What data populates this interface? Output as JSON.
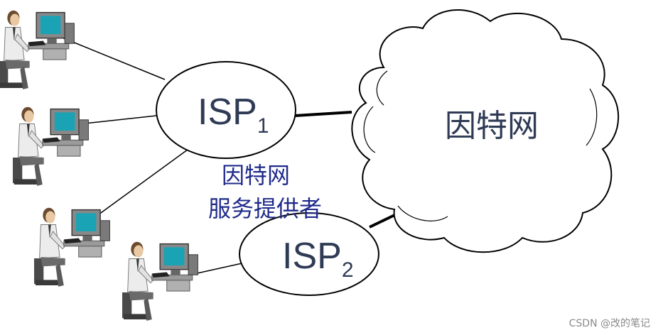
{
  "diagram": {
    "isp1": {
      "base": "ISP",
      "sub": "1"
    },
    "isp2": {
      "base": "ISP",
      "sub": "2"
    },
    "cloud_label": "因特网",
    "provider_label_line1": "因特网",
    "provider_label_line2": "服务提供者",
    "users": [
      "user-1",
      "user-2",
      "user-3",
      "user-4"
    ]
  },
  "watermark": "CSDN @改的笔记",
  "colors": {
    "text": "#2f3b55",
    "provider_text": "#1f2a8a",
    "line": "#000000",
    "monitor_screen": "#1aa3b5",
    "shirt": "#e8e8e8",
    "chair": "#555555"
  }
}
